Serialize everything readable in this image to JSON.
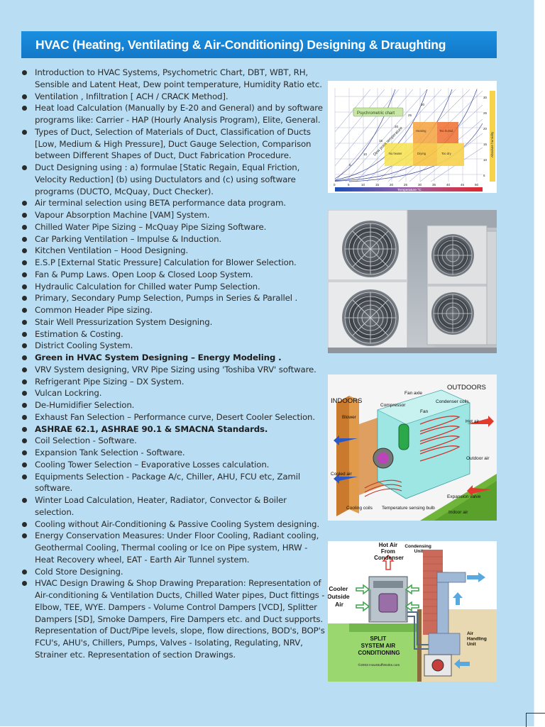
{
  "banner": {
    "title": "HVAC (Heating, Ventilating & Air-Conditioning) Designing & Draughting"
  },
  "items": [
    {
      "text": "Introduction to HVAC Systems, Psychometric Chart, DBT, WBT, RH, Sensible and Latent Heat, Dew point temperature, Humidity Ratio etc.",
      "bold": false
    },
    {
      "text": "Ventilation , Infiltration [ ACH / CRACK Method].",
      "bold": false
    },
    {
      "text": "Heat load Calculation (Manually by E-20 and General) and by software programs like: Carrier - HAP (Hourly Analysis Program), Elite, General.",
      "bold": false
    },
    {
      "text": "Types of Duct, Selection of Materials of Duct, Classification of Ducts [Low, Medium & High Pressure], Duct Gauge Selection, Comparison between Different Shapes of Duct, Duct Fabrication Procedure.",
      "bold": false
    },
    {
      "text": "Duct Designing using : a) formulae [Static Regain, Equal Friction, Velocity Reduction] (b) using Ductulators and (c) using software programs (DUCTO, McQuay, Duct Checker).",
      "bold": false
    },
    {
      "text": "Air terminal selection using BETA performance data program.",
      "bold": false
    },
    {
      "text": "Vapour Absorption Machine [VAM] System.",
      "bold": false
    },
    {
      "text": "Chilled Water Pipe Sizing – McQuay Pipe Sizing Software.",
      "bold": false
    },
    {
      "text": "Car Parking Ventilation – Impulse & Induction.",
      "bold": false
    },
    {
      "text": "Kitchen Ventilation – Hood Designing.",
      "bold": false
    },
    {
      "text": "E.S.P [External Static Pressure] Calculation for Blower Selection.",
      "bold": false
    },
    {
      "text": "Fan & Pump Laws. Open Loop & Closed Loop System.",
      "bold": false
    },
    {
      "text": "Hydraulic Calculation for Chilled water Pump Selection.",
      "bold": false
    },
    {
      "text": "Primary, Secondary Pump Selection, Pumps in Series & Parallel .",
      "bold": false
    },
    {
      "text": "Common Header Pipe sizing.",
      "bold": false
    },
    {
      "text": "Stair Well Pressurization System Designing.",
      "bold": false
    },
    {
      "text": "Estimation & Costing.",
      "bold": false
    },
    {
      "text": "District Cooling System.",
      "bold": false
    },
    {
      "text": "Green in HVAC System Designing – Energy Modeling .",
      "bold": true
    },
    {
      "text": "VRV System designing, VRV Pipe Sizing using 'Toshiba VRV' software.",
      "bold": false
    },
    {
      "text": "Refrigerant Pipe Sizing – DX System.",
      "bold": false
    },
    {
      "text": "Vulcan Lockring.",
      "bold": false
    },
    {
      "text": "De-Humidifier Selection.",
      "bold": false
    },
    {
      "text": "Exhaust Fan Selection – Performance curve, Desert Cooler Selection.",
      "bold": false
    },
    {
      "text": "ASHRAE 62.1, ASHRAE 90.1 & SMACNA Standards.",
      "bold": true
    },
    {
      "text": "Coil Selection - Software.",
      "bold": false
    },
    {
      "text": "Expansion Tank Selection - Software.",
      "bold": false
    },
    {
      "text": "Cooling Tower Selection – Evaporative Losses calculation.",
      "bold": false
    },
    {
      "text": "Equipments Selection - Package A/c, Chiller, AHU, FCU etc, Zamil software.",
      "bold": false
    },
    {
      "text": "Winter Load Calculation, Heater, Radiator, Convector & Boiler selection.",
      "bold": false
    },
    {
      "text": "Cooling without Air-Conditioning & Passive Cooling System designing.",
      "bold": false
    },
    {
      "text": "Energy Conservation Measures: Under Floor Cooling, Radiant cooling, Geothermal Cooling, Thermal cooling or Ice on Pipe system, HRW - Heat Recovery wheel, EAT - Earth Air Tunnel system.",
      "bold": false
    },
    {
      "text": "Cold Store Designing.",
      "bold": false
    },
    {
      "text": "HVAC Design Drawing & Shop Drawing Preparation: Representation of Air-conditioning & Ventilation Ducts, Chilled Water pipes, Duct fittings - Elbow, TEE, WYE. Dampers - Volume Control Dampers [VCD], Splitter Dampers [SD], Smoke Dampers, Fire Dampers etc. and Duct supports. Representation of Duct/Pipe levels, slope, flow directions, BOD's, BOP's FCU's, AHU's, Chillers, Pumps, Valves - Isolating, Regulating, NRV, Strainer etc. Representation of section Drawings.",
      "bold": false
    }
  ],
  "figures": {
    "psychrometric": {
      "badge": "Psychrometric chart",
      "x_axis_label": "Temperature °C",
      "y_axis_label": "Absolute humidity",
      "curve_label": "Dew point temperature",
      "zone_labels": [
        "Heating",
        "Too humid",
        "No heater",
        "Drying",
        "Too dry"
      ],
      "x_ticks": [
        "0",
        "5",
        "10",
        "15",
        "20",
        "25",
        "30",
        "35",
        "40",
        "45",
        "50"
      ],
      "y_ticks": [
        "30",
        "25",
        "20",
        "15",
        "10",
        "5"
      ],
      "dew_ticks": [
        "30",
        "25",
        "20",
        "15",
        "10",
        "5"
      ]
    },
    "split_system": {
      "indoors": "INDOORS",
      "outdoors": "OUTDOORS",
      "fan_axle": "Fan axle",
      "compressor": "Compressor",
      "condenser_coils": "Condenser coils",
      "fan": "Fan",
      "blower": "Blower",
      "hot_air": "Hot air",
      "outdoor_air": "Outdoor air",
      "cooled_air": "Cooled air",
      "expansion_valve": "Expansion valve",
      "cooling_coils": "Cooling coils",
      "temperature_sensing_bulb": "Temperature sensing bulb",
      "indoor_air": "Indoor air"
    },
    "split_diagram": {
      "hot_air_from_condenser": "Hot Air From Condenser",
      "condensing_unit": "Condensing Unit",
      "cooler_outside_air": "Cooler Outside Air",
      "air_handling_unit": "Air Handling Unit",
      "caption": "SPLIT SYSTEM AIR CONDITIONING",
      "credit": "©2003 HowStuffWorks.com"
    }
  },
  "colors": {
    "page_bg": "#b9ddf3",
    "banner": "#1583d6",
    "text": "#2b2b2b"
  }
}
